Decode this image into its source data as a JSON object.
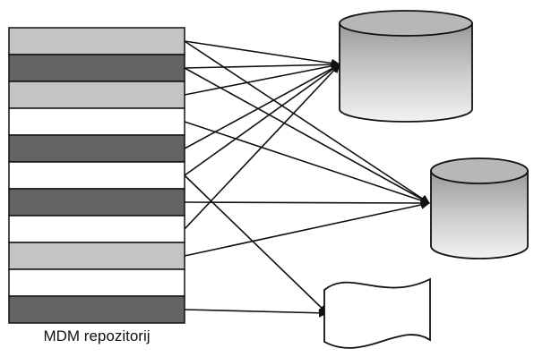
{
  "repository": {
    "caption": "MDM repozitorij",
    "rows": [
      "light",
      "dark",
      "light",
      "white",
      "dark",
      "white",
      "dark",
      "white",
      "light",
      "white",
      "dark"
    ]
  },
  "targets": [
    {
      "kind": "database",
      "icon": "database-icon"
    },
    {
      "kind": "database",
      "icon": "database-icon"
    },
    {
      "kind": "document",
      "icon": "document-icon"
    }
  ],
  "connections": [
    {
      "from_row": 0,
      "to": 0
    },
    {
      "from_row": 0,
      "to": 1
    },
    {
      "from_row": 1,
      "to": 0
    },
    {
      "from_row": 1,
      "to": 1
    },
    {
      "from_row": 2,
      "to": 0
    },
    {
      "from_row": 3,
      "to": 1
    },
    {
      "from_row": 4,
      "to": 0
    },
    {
      "from_row": 5,
      "to": 0
    },
    {
      "from_row": 5,
      "to": 2
    },
    {
      "from_row": 6,
      "to": 1
    },
    {
      "from_row": 7,
      "to": 0
    },
    {
      "from_row": 8,
      "to": 1
    },
    {
      "from_row": 10,
      "to": 2
    }
  ],
  "colors": {
    "light": "#c4c4c4",
    "dark": "#636363",
    "white": "#ffffff",
    "stroke": "#111111"
  }
}
